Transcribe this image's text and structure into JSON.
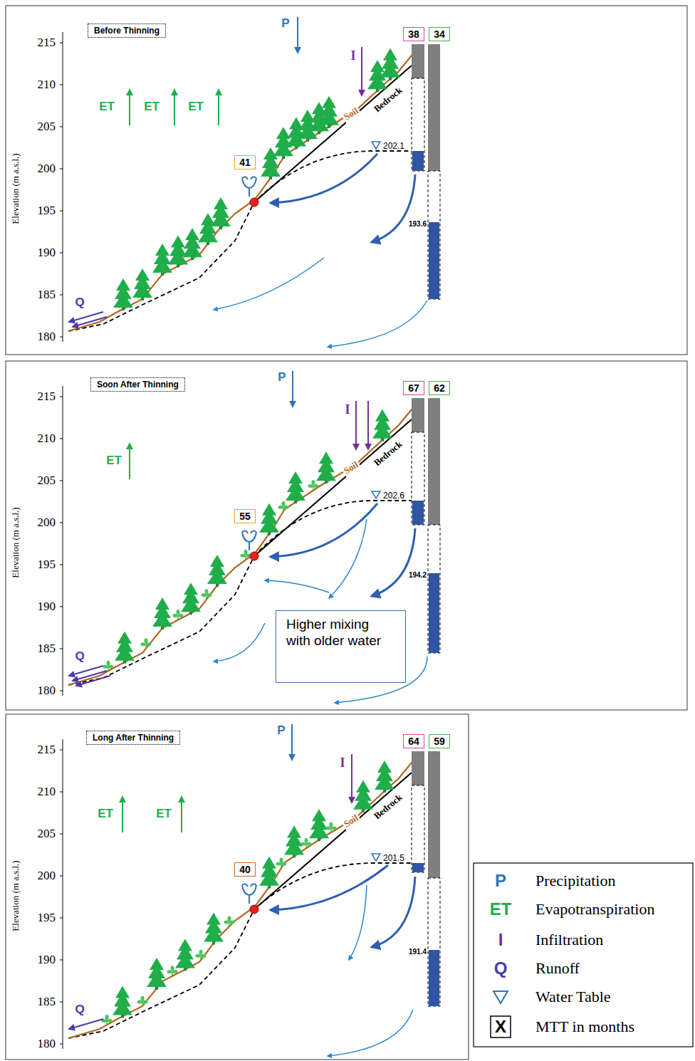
{
  "diagram": {
    "nodes": [
      {
        "text": [
          "Before Thinning"
        ]
      },
      {
        "text": [
          "38"
        ]
      },
      {
        "text": [
          "34"
        ]
      },
      {
        "text": [
          "41"
        ]
      },
      {
        "text": [
          "Soon After Thinning"
        ]
      },
      {
        "text": [
          "67"
        ]
      },
      {
        "text": [
          "62"
        ]
      },
      {
        "text": [
          "55"
        ]
      },
      {
        "text": [
          "Higher mixing with older water"
        ]
      },
      {
        "text": [
          "Long After Thinning"
        ]
      },
      {
        "text": [
          "64"
        ]
      },
      {
        "text": [
          "59"
        ]
      },
      {
        "text": [
          "40"
        ]
      }
    ],
    "labels": [
      "215",
      "210",
      "205",
      "200",
      "195",
      "190",
      "185",
      "180",
      "Elevation (m a.s.l.)",
      "P",
      "ET",
      "ET",
      "ET",
      "I",
      "Soil",
      "Bedrock",
      "202.1",
      "193.6",
      "Q",
      "215",
      "210",
      "205",
      "200",
      "195",
      "190",
      "185",
      "180",
      "Elevation (m a.s.l.)",
      "P",
      "ET",
      "I",
      "Soil",
      "Bedrock",
      "202.6",
      "194.2",
      "Q",
      "215",
      "210",
      "205",
      "200",
      "195",
      "190",
      "185",
      "180",
      "Elevation (m a.s.l.)",
      "P",
      "ET",
      "ET",
      "I",
      "Soil",
      "Bedrock",
      "201.5",
      "191.4",
      "Q",
      "P",
      "ET",
      "I",
      "Q",
      "X"
    ],
    "legend": [
      {
        "text": "Precipitation"
      },
      {
        "text": "Evapotranspiration"
      },
      {
        "text": "Infiltration"
      },
      {
        "text": "Runoff"
      },
      {
        "text": "Water Table"
      },
      {
        "text": "MTT in months"
      }
    ]
  }
}
